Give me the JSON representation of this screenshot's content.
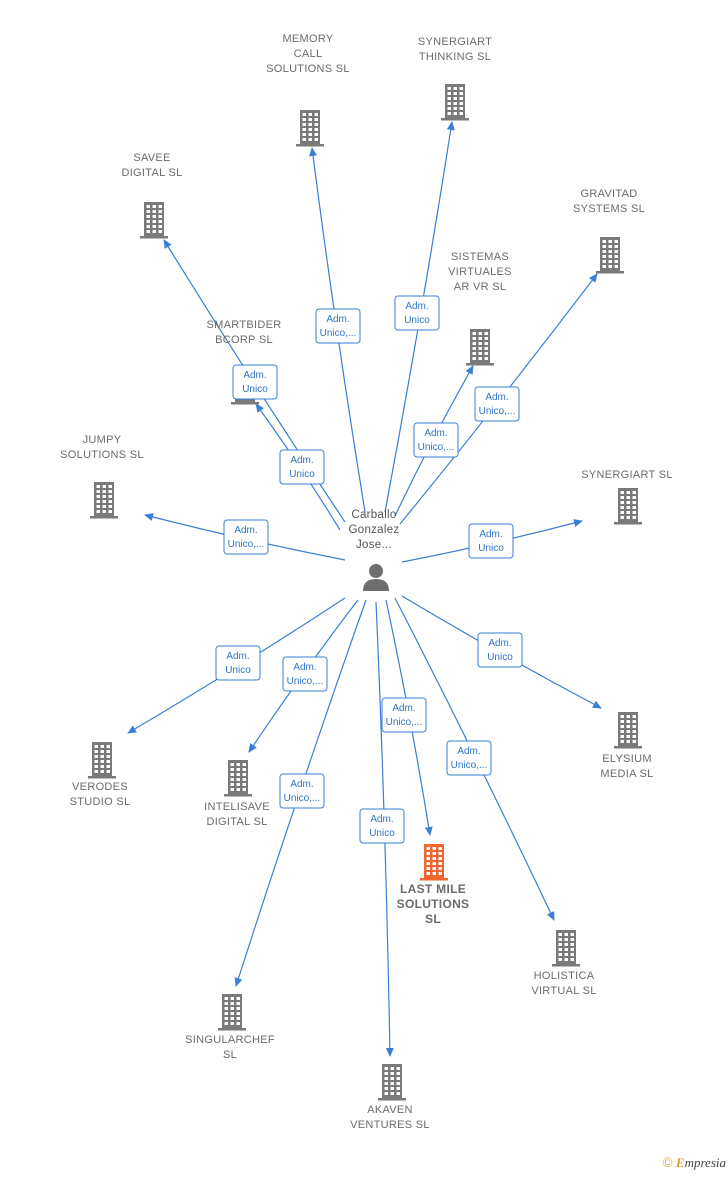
{
  "person": {
    "name_lines": [
      "Carballo",
      "Gonzalez",
      "Jose..."
    ]
  },
  "companies": [
    {
      "id": "memory",
      "lines": [
        "MEMORY",
        "CALL",
        "SOLUTIONS  SL"
      ]
    },
    {
      "id": "synergiart-thinking",
      "lines": [
        "SYNERGIART",
        "THINKING  SL"
      ]
    },
    {
      "id": "savee",
      "lines": [
        "SAVEE",
        "DIGITAL  SL"
      ]
    },
    {
      "id": "gravitad",
      "lines": [
        "GRAVITAD",
        "SYSTEMS  SL"
      ]
    },
    {
      "id": "sistemas",
      "lines": [
        "SISTEMAS",
        "VIRTUALES",
        "AR VR  SL"
      ]
    },
    {
      "id": "smartbider",
      "lines": [
        "SMARTBIDER",
        "BCORP  SL"
      ]
    },
    {
      "id": "jumpy",
      "lines": [
        "JUMPY",
        "SOLUTIONS  SL"
      ]
    },
    {
      "id": "synergiart",
      "lines": [
        "SYNERGIART SL"
      ]
    },
    {
      "id": "verodes",
      "lines": [
        "VERODES",
        "STUDIO SL"
      ]
    },
    {
      "id": "intelisave",
      "lines": [
        "INTELISAVE",
        "DIGITAL  SL"
      ]
    },
    {
      "id": "lastmile",
      "lines": [
        "LAST MILE",
        "SOLUTIONS",
        "SL"
      ],
      "highlight": true
    },
    {
      "id": "elysium",
      "lines": [
        "ELYSIUM",
        "MEDIA  SL"
      ]
    },
    {
      "id": "holistica",
      "lines": [
        "HOLISTICA",
        "VIRTUAL  SL"
      ]
    },
    {
      "id": "singularchef",
      "lines": [
        "SINGULARCHEF",
        "SL"
      ]
    },
    {
      "id": "akaven",
      "lines": [
        "AKAVEN",
        "VENTURES  SL"
      ]
    }
  ],
  "edges": [
    {
      "to": "memory",
      "role": [
        "Adm.",
        "Unico,..."
      ]
    },
    {
      "to": "synergiart-thinking",
      "role": [
        "Adm.",
        "Unico"
      ]
    },
    {
      "to": "savee",
      "role": [
        "Adm.",
        "Unico"
      ]
    },
    {
      "to": "gravitad",
      "role": [
        "Adm.",
        "Unico,..."
      ]
    },
    {
      "to": "sistemas",
      "role": [
        "Adm.",
        "Unico,..."
      ]
    },
    {
      "to": "smartbider",
      "role": [
        "Adm.",
        "Unico"
      ]
    },
    {
      "to": "jumpy",
      "role": [
        "Adm.",
        "Unico,..."
      ]
    },
    {
      "to": "synergiart",
      "role": [
        "Adm.",
        "Unico"
      ]
    },
    {
      "to": "verodes",
      "role": [
        "Adm.",
        "Unico"
      ]
    },
    {
      "to": "intelisave",
      "role": [
        "Adm.",
        "Unico,..."
      ]
    },
    {
      "to": "lastmile",
      "role": [
        "Adm.",
        "Unico,..."
      ]
    },
    {
      "to": "elysium",
      "role": [
        "Adm.",
        "Unico"
      ]
    },
    {
      "to": "holistica",
      "role": [
        "Adm.",
        "Unico,..."
      ]
    },
    {
      "to": "singularchef",
      "role": [
        "Adm.",
        "Unico,..."
      ]
    },
    {
      "to": "akaven",
      "role": [
        "Adm.",
        "Unico"
      ]
    }
  ],
  "colors": {
    "edge": "#3a7fd5",
    "building": "#7a7a7a",
    "highlight": "#f26430",
    "person": "#6e6e6e"
  },
  "footer": {
    "copyright": "©",
    "brand_initial": "E",
    "brand_rest": "mpresia"
  }
}
